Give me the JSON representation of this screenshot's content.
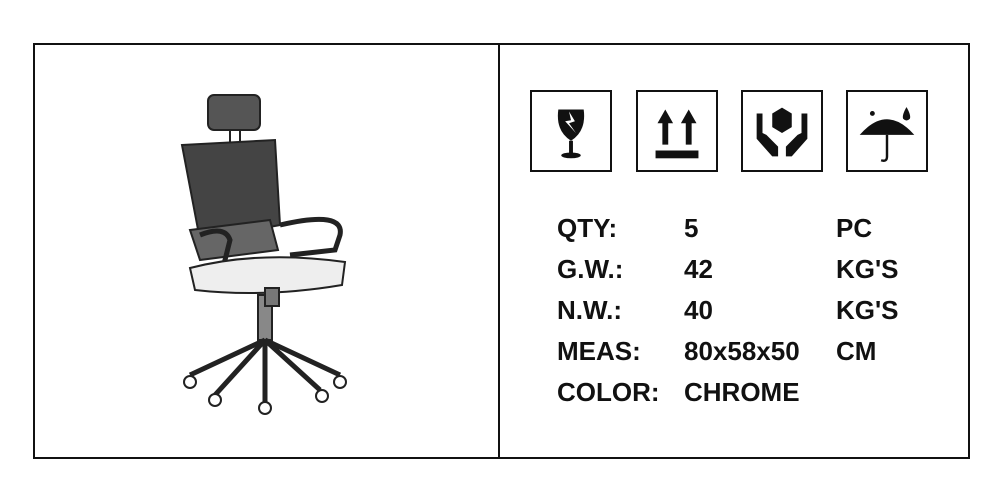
{
  "icons": [
    "fragile-glass-icon",
    "this-way-up-icon",
    "handle-with-care-icon",
    "keep-dry-icon"
  ],
  "specs": [
    {
      "label": "QTY:",
      "value": "5",
      "unit": "PC"
    },
    {
      "label": "G.W.:",
      "value": "42",
      "unit": "KG'S"
    },
    {
      "label": "N.W.:",
      "value": "40",
      "unit": "KG'S"
    },
    {
      "label": "MEAS:",
      "value": "80x58x50",
      "unit": "CM"
    },
    {
      "label": "COLOR:",
      "value": "CHROME",
      "unit": ""
    }
  ]
}
